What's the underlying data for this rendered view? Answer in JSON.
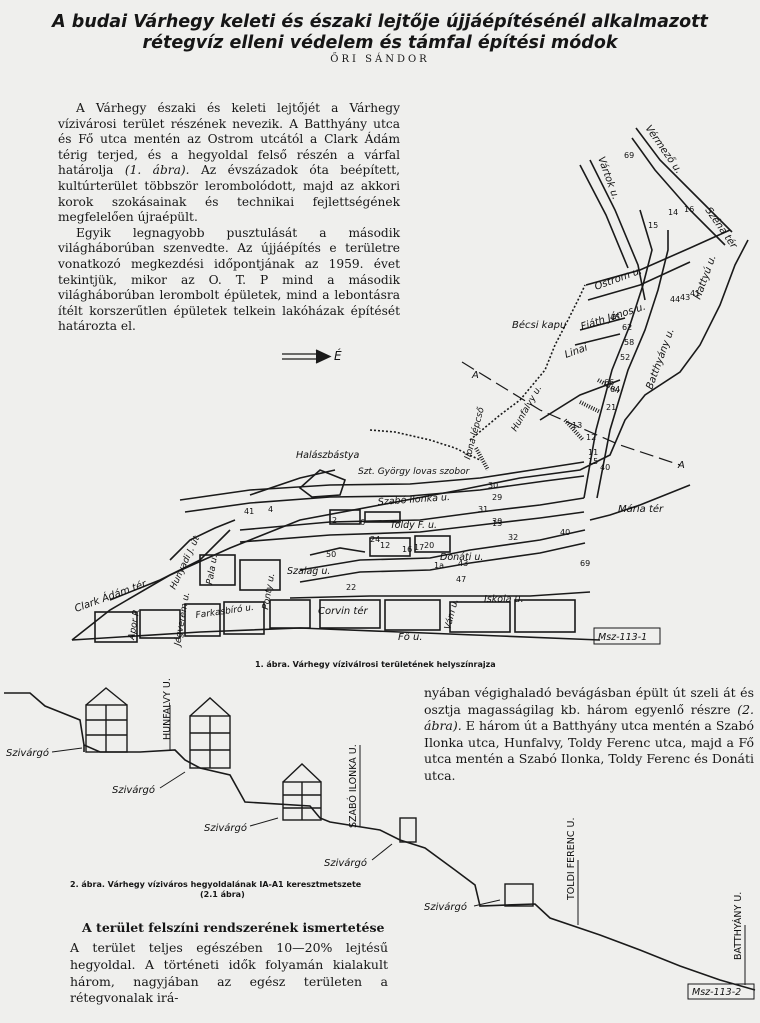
{
  "header": {
    "title_line1": "A budai Várhegy keleti és északi lejtője újjáépítésénél alkalmazott",
    "title_line2": "rétegvíz elleni védelem és támfal építési módok",
    "author": "ŐRI SÁNDOR"
  },
  "intro": {
    "p1_a": "A Várhegy északi és keleti lejtőjét a Várhegy vízivárosi terület részének nevezik. A Batthyány utca és Fő utca mentén az Ostrom utcától a Clark Ádám térig terjed, és a hegyoldal felső részén a várfal határolja ",
    "p1_ref": "(1. ábra).",
    "p1_b": " Az évszázadok óta beépített, kultúrterület többször lerombolódott, majd az akkori korok szokásainak és technikai fejlettségének megfelelően újraépült.",
    "p2": "Egyik legnagyobb pusztulását a második világháborúban szenvedte. Az újjáépítés e területre vonatkozó megkezdési időpontjának az 1959. évet tekintjük, mikor az O. T. P mind a második világháborúban lerombolt épületek, mind a lebontásra ítélt korszerűtlen épületek telkein lakóházak építését határozta el."
  },
  "figure1": {
    "caption": "1. ábra. Várhegy víziválrosi területének helyszínrajza",
    "stamp": "Msz-113-1",
    "north_label": "É",
    "labels": {
      "vermezo": "Vérmező u.",
      "vartokou": "Vártok u.",
      "szena": "Széna tér",
      "ostrom": "Ostrom u.",
      "fiath": "Fiáth János u.",
      "hattyu": "Hattyú u.",
      "becsikapu": "Bécsi kapu",
      "linal": "Linai",
      "batthyany": "Batthyány u.",
      "hunfalvy": "Hunfalvy u.",
      "ilona": "Ilona lépcső",
      "halaszbastya": "Halászbástya",
      "szentgyorgy": "Szt. György lovas szobor",
      "szaboilonka": "Szabó Ilonka u.",
      "toldyf": "Toldy F. u.",
      "donati": "Donáti u.",
      "mariater": "Mária tér",
      "szalag": "Szalag u.",
      "clark": "Clark Ádám tér",
      "hunyadi": "Hunyadi J. út",
      "palau": "Pala u.",
      "ponty": "Ponty u.",
      "corvin": "Corvin tér",
      "fou": "Fő u.",
      "vamu": "Vám u.",
      "iskola": "Iskola u.",
      "apor": "Apor P.",
      "jegverem": "Jégverem u.",
      "farkasbiro": "Farkasbíró u.",
      "A1": "A",
      "A2": "A",
      "numbers": [
        "69",
        "15",
        "14",
        "16",
        "41",
        "43",
        "44",
        "45",
        "66",
        "64",
        "62",
        "58",
        "52",
        "40",
        "21",
        "13",
        "12",
        "11",
        "15",
        "30",
        "29",
        "31",
        "30",
        "32",
        "2",
        "6",
        "12",
        "16",
        "17",
        "20",
        "24",
        "1a",
        "43",
        "47",
        "22",
        "4",
        "41",
        "40",
        "69",
        "50",
        "13"
      ]
    }
  },
  "figure2": {
    "caption_line1": "2. ábra. Várhegy víziváros hegyoldalának IA-A1 keresztmetszete",
    "caption_line2": "(2.1 ábra)",
    "stamp": "Msz-113-2",
    "drain_label": "Szivárgó",
    "street_hunfalvy": "HUNFALVY U.",
    "street_szabo": "SZABÓ ILONKA U.",
    "street_toldi": "TOLDI FERENC U.",
    "street_batthyany": "BATTHYÁNY U."
  },
  "right_text": {
    "a": "nyában végighaladó bevágásban épült út szeli át és osztja magasságilag kb. három egyenlő részre ",
    "ref": "(2. ábra).",
    "b": " E három út a Batthyány utca mentén a Szabó Ilonka utca, Hunfalvy, Toldy Ferenc utca, majd a Fő utca mentén a Szabó Ilonka, Toldy Ferenc és Donáti utca."
  },
  "section": {
    "heading": "A terület felszíni rendszerének ismertetése",
    "text": "A terület teljes egészében 10—20% lejtésű hegyoldal. A történeti idők folyamán kialakult három, nagyjában az egész területen a rétegvonalak irá-"
  }
}
